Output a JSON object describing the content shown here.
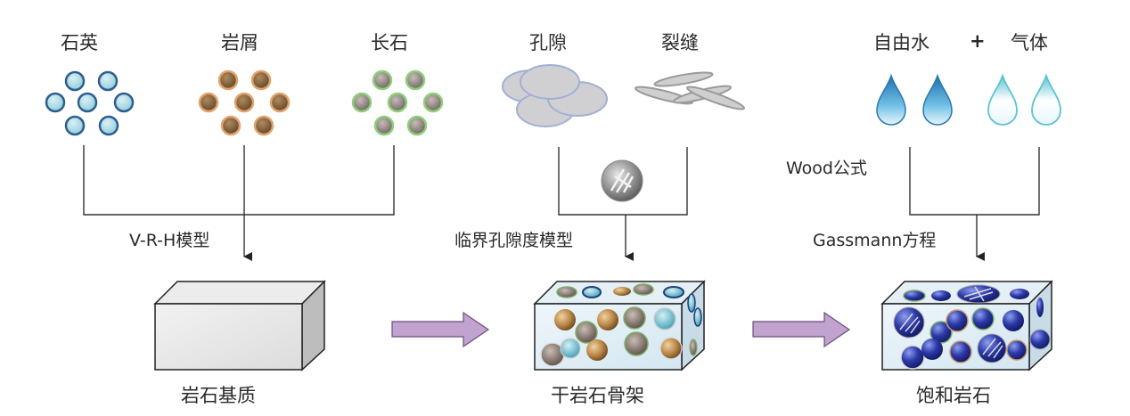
{
  "title_labels": {
    "quartz": "石英",
    "debris": "岩屑",
    "feldspar": "长石",
    "pores": "孔隙",
    "fractures": "裂缝",
    "free_water": "自由水",
    "plus": "+",
    "gas": "气体"
  },
  "method_labels": {
    "vrh": "V-R-H模型",
    "critical_porosity": "临界孔隙度模型",
    "wood": "Wood公式",
    "gassmann": "Gassmann方程"
  },
  "result_labels": {
    "rock_matrix": "岩石基质",
    "dry_frame": "干岩石骨架",
    "saturated_rock": "饱和岩石"
  },
  "colors": {
    "quartz_stroke": "#2f5d8f",
    "quartz_fill": "#a9dbe6",
    "debris_stroke": "#e3a26b",
    "debris_fill": "#8a6a45",
    "feldspar_stroke": "#8ecf7a",
    "feldspar_fill": "#9a8d86",
    "pore_fill": "#d0d0d2",
    "pore_stroke": "#9fb0d6",
    "transition_arrow": "#c2a2cf",
    "water": "#2f86bf",
    "gas": "#6cc6d6",
    "line": "#333333"
  }
}
